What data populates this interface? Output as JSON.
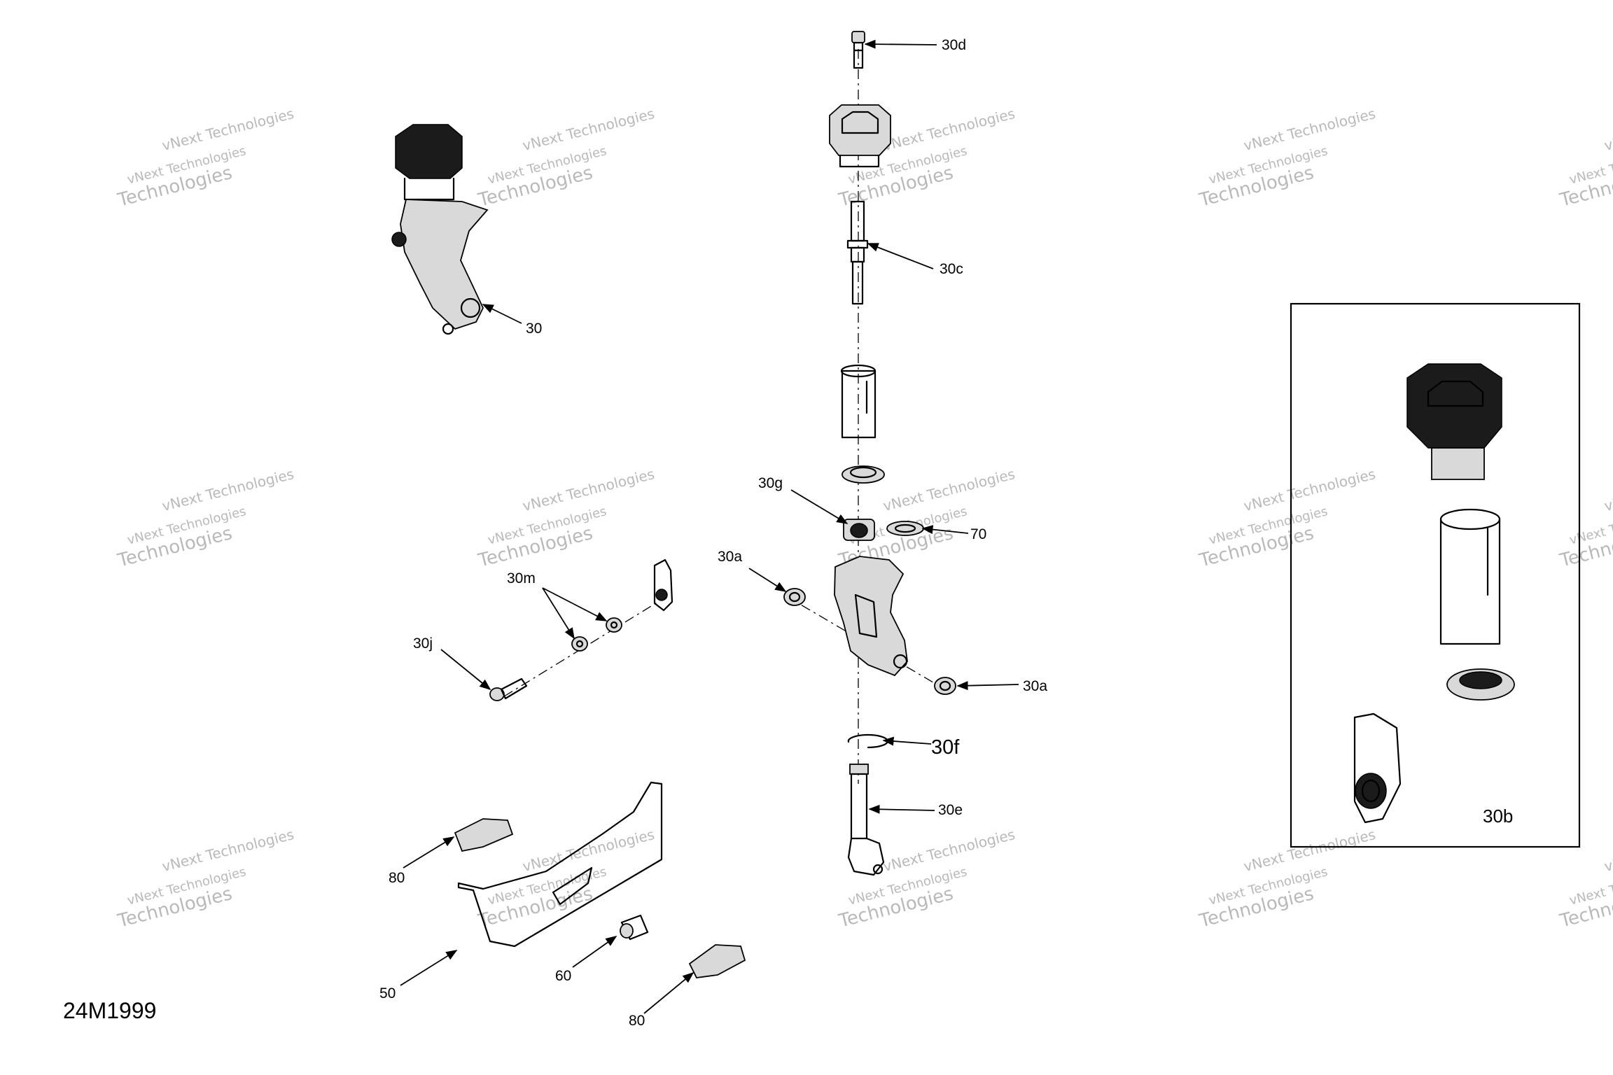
{
  "diagram": {
    "drawing_code": "24M1999",
    "watermark_lines": [
      "vNext Technologies",
      "vNext Technologies",
      "Technologies"
    ],
    "callouts": {
      "c30d": "30d",
      "c30c": "30c",
      "c30": "30",
      "c30g": "30g",
      "c70": "70",
      "c30a_left": "30a",
      "c30a_right": "30a",
      "c30m": "30m",
      "c30j": "30j",
      "c30f": "30f",
      "c30e": "30e",
      "c80_top": "80",
      "c80_bottom": "80",
      "c50": "50",
      "c60": "60",
      "c30b": "30b"
    }
  }
}
